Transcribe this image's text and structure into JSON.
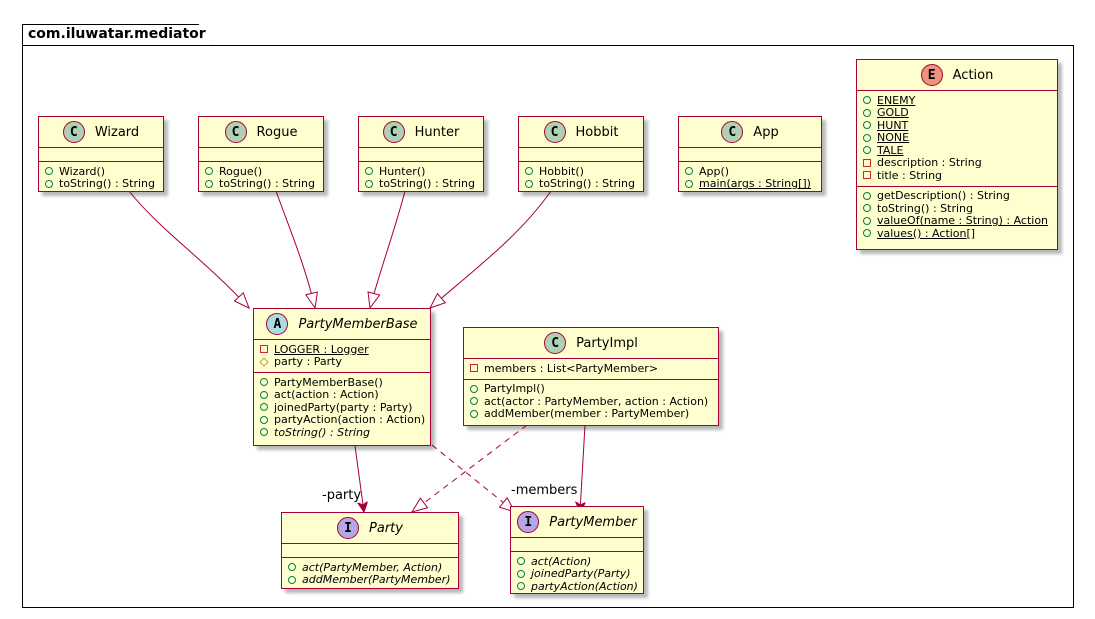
{
  "package": {
    "name": "com.iluwatar.mediator"
  },
  "colors": {
    "class_fill": "#FEFECE",
    "class_border": "#A80036",
    "edge": "#A80036"
  },
  "classes": {
    "wizard": {
      "stereotype": "C",
      "name": "Wizard",
      "methods": [
        "Wizard()",
        "toString() : String"
      ]
    },
    "rogue": {
      "stereotype": "C",
      "name": "Rogue",
      "methods": [
        "Rogue()",
        "toString() : String"
      ]
    },
    "hunter": {
      "stereotype": "C",
      "name": "Hunter",
      "methods": [
        "Hunter()",
        "toString() : String"
      ]
    },
    "hobbit": {
      "stereotype": "C",
      "name": "Hobbit",
      "methods": [
        "Hobbit()",
        "toString() : String"
      ]
    },
    "app": {
      "stereotype": "C",
      "name": "App",
      "methods": [
        "App()",
        "main(args : String[])"
      ]
    },
    "action": {
      "stereotype": "E",
      "name": "Action",
      "fields": [
        "ENEMY",
        "GOLD",
        "HUNT",
        "NONE",
        "TALE",
        "description : String",
        "title : String"
      ],
      "methods": [
        "getDescription() : String",
        "toString() : String",
        "valueOf(name : String) : Action",
        "values() : Action[]"
      ]
    },
    "partyMemberBase": {
      "stereotype": "A",
      "name": "PartyMemberBase",
      "fields": [
        "LOGGER : Logger",
        "party : Party"
      ],
      "methods": [
        "PartyMemberBase()",
        "act(action : Action)",
        "joinedParty(party : Party)",
        "partyAction(action : Action)",
        "toString() : String"
      ]
    },
    "partyImpl": {
      "stereotype": "C",
      "name": "PartyImpl",
      "fields": [
        "members : List<PartyMember>"
      ],
      "methods": [
        "PartyImpl()",
        "act(actor : PartyMember, action : Action)",
        "addMember(member : PartyMember)"
      ]
    },
    "party": {
      "stereotype": "I",
      "name": "Party",
      "methods": [
        "act(PartyMember, Action)",
        "addMember(PartyMember)"
      ]
    },
    "partyMember": {
      "stereotype": "I",
      "name": "PartyMember",
      "methods": [
        "act(Action)",
        "joinedParty(Party)",
        "partyAction(Action)"
      ]
    }
  },
  "edge_labels": {
    "party_role": "-party",
    "members_role": "-members"
  }
}
